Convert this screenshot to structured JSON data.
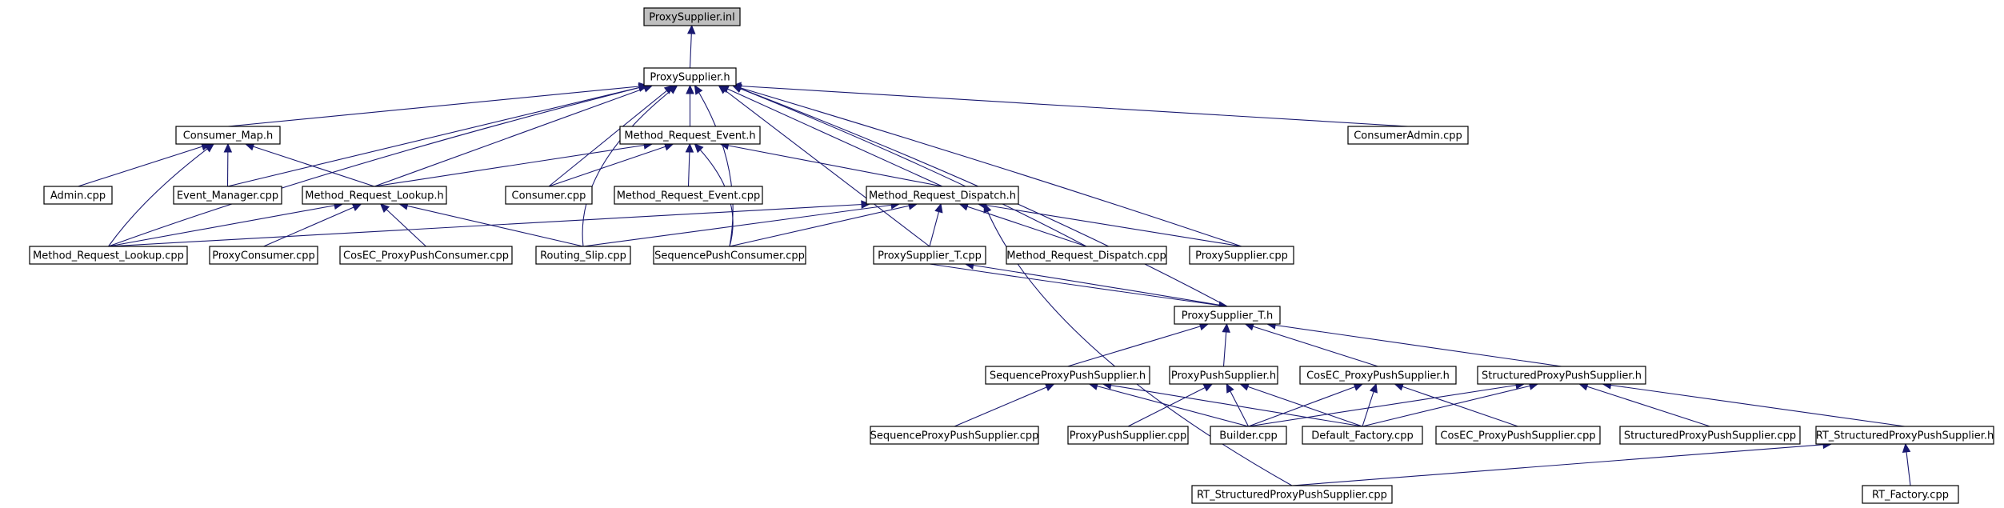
{
  "graph": {
    "title": "ProxySupplier.inl",
    "nodes": [
      {
        "id": "inl",
        "label": "ProxySupplier.inl",
        "kind": "root"
      },
      {
        "id": "ps_h",
        "label": "ProxySupplier.h"
      },
      {
        "id": "cmap_h",
        "label": "Consumer_Map.h"
      },
      {
        "id": "mre_h",
        "label": "Method_Request_Event.h"
      },
      {
        "id": "cadmin_cpp",
        "label": "ConsumerAdmin.cpp"
      },
      {
        "id": "admin_cpp",
        "label": "Admin.cpp"
      },
      {
        "id": "evmgr_cpp",
        "label": "Event_Manager.cpp"
      },
      {
        "id": "mrl_h",
        "label": "Method_Request_Lookup.h"
      },
      {
        "id": "consumer_cpp",
        "label": "Consumer.cpp"
      },
      {
        "id": "mre_cpp",
        "label": "Method_Request_Event.cpp"
      },
      {
        "id": "mrd_h",
        "label": "Method_Request_Dispatch.h"
      },
      {
        "id": "mrl_cpp",
        "label": "Method_Request_Lookup.cpp"
      },
      {
        "id": "pc_cpp",
        "label": "ProxyConsumer.cpp"
      },
      {
        "id": "cosec_ppc_cpp",
        "label": "CosEC_ProxyPushConsumer.cpp"
      },
      {
        "id": "rs_cpp",
        "label": "Routing_Slip.cpp"
      },
      {
        "id": "spc_cpp",
        "label": "SequencePushConsumer.cpp"
      },
      {
        "id": "pst_cpp",
        "label": "ProxySupplier_T.cpp"
      },
      {
        "id": "mrd_cpp",
        "label": "Method_Request_Dispatch.cpp"
      },
      {
        "id": "ps_cpp",
        "label": "ProxySupplier.cpp"
      },
      {
        "id": "pst_h",
        "label": "ProxySupplier_T.h"
      },
      {
        "id": "spps_h",
        "label": "SequenceProxyPushSupplier.h"
      },
      {
        "id": "pps_h",
        "label": "ProxyPushSupplier.h"
      },
      {
        "id": "cosec_pps_h",
        "label": "CosEC_ProxyPushSupplier.h"
      },
      {
        "id": "stpps_h",
        "label": "StructuredProxyPushSupplier.h"
      },
      {
        "id": "spps_cpp",
        "label": "SequenceProxyPushSupplier.cpp"
      },
      {
        "id": "pps_cpp",
        "label": "ProxyPushSupplier.cpp"
      },
      {
        "id": "builder_cpp",
        "label": "Builder.cpp"
      },
      {
        "id": "deffac_cpp",
        "label": "Default_Factory.cpp"
      },
      {
        "id": "cosec_pps_cpp",
        "label": "CosEC_ProxyPushSupplier.cpp"
      },
      {
        "id": "stpps_cpp",
        "label": "StructuredProxyPushSupplier.cpp"
      },
      {
        "id": "rtstpps_h",
        "label": "RT_StructuredProxyPushSupplier.h"
      },
      {
        "id": "rtstpps_cpp",
        "label": "RT_StructuredProxyPushSupplier.cpp"
      },
      {
        "id": "rtfac_cpp",
        "label": "RT_Factory.cpp"
      }
    ],
    "edges": [
      [
        "ps_h",
        "inl"
      ],
      [
        "cmap_h",
        "ps_h"
      ],
      [
        "mre_h",
        "ps_h"
      ],
      [
        "cadmin_cpp",
        "ps_h"
      ],
      [
        "evmgr_cpp",
        "ps_h"
      ],
      [
        "mrl_h",
        "ps_h"
      ],
      [
        "consumer_cpp",
        "ps_h"
      ],
      [
        "mrd_h",
        "ps_h"
      ],
      [
        "mrl_cpp",
        "ps_h"
      ],
      [
        "rs_cpp",
        "ps_h"
      ],
      [
        "spc_cpp",
        "ps_h"
      ],
      [
        "pst_cpp",
        "ps_h"
      ],
      [
        "mrd_cpp",
        "ps_h"
      ],
      [
        "ps_cpp",
        "ps_h"
      ],
      [
        "pst_h",
        "ps_h"
      ],
      [
        "admin_cpp",
        "cmap_h"
      ],
      [
        "evmgr_cpp",
        "cmap_h"
      ],
      [
        "mrl_h",
        "cmap_h"
      ],
      [
        "mrl_cpp",
        "cmap_h"
      ],
      [
        "mrl_h",
        "mre_h"
      ],
      [
        "consumer_cpp",
        "mre_h"
      ],
      [
        "mre_cpp",
        "mre_h"
      ],
      [
        "mrd_h",
        "mre_h"
      ],
      [
        "spc_cpp",
        "mre_h"
      ],
      [
        "mrl_cpp",
        "mrl_h"
      ],
      [
        "pc_cpp",
        "mrl_h"
      ],
      [
        "cosec_ppc_cpp",
        "mrl_h"
      ],
      [
        "rs_cpp",
        "mrl_h"
      ],
      [
        "mrl_cpp",
        "mrd_h"
      ],
      [
        "rs_cpp",
        "mrd_h"
      ],
      [
        "spc_cpp",
        "mrd_h"
      ],
      [
        "pst_cpp",
        "mrd_h"
      ],
      [
        "mrd_cpp",
        "mrd_h"
      ],
      [
        "ps_cpp",
        "mrd_h"
      ],
      [
        "rtstpps_cpp",
        "mrd_h"
      ],
      [
        "pst_h",
        "pst_cpp"
      ],
      [
        "pst_cpp",
        "pst_h"
      ],
      [
        "spps_h",
        "pst_h"
      ],
      [
        "pps_h",
        "pst_h"
      ],
      [
        "cosec_pps_h",
        "pst_h"
      ],
      [
        "stpps_h",
        "pst_h"
      ],
      [
        "spps_cpp",
        "spps_h"
      ],
      [
        "builder_cpp",
        "spps_h"
      ],
      [
        "deffac_cpp",
        "spps_h"
      ],
      [
        "pps_cpp",
        "pps_h"
      ],
      [
        "builder_cpp",
        "pps_h"
      ],
      [
        "deffac_cpp",
        "pps_h"
      ],
      [
        "builder_cpp",
        "cosec_pps_h"
      ],
      [
        "deffac_cpp",
        "cosec_pps_h"
      ],
      [
        "cosec_pps_cpp",
        "cosec_pps_h"
      ],
      [
        "builder_cpp",
        "stpps_h"
      ],
      [
        "deffac_cpp",
        "stpps_h"
      ],
      [
        "stpps_cpp",
        "stpps_h"
      ],
      [
        "rtstpps_h",
        "stpps_h"
      ],
      [
        "rtstpps_cpp",
        "rtstpps_h"
      ],
      [
        "rtfac_cpp",
        "rtstpps_h"
      ]
    ]
  }
}
